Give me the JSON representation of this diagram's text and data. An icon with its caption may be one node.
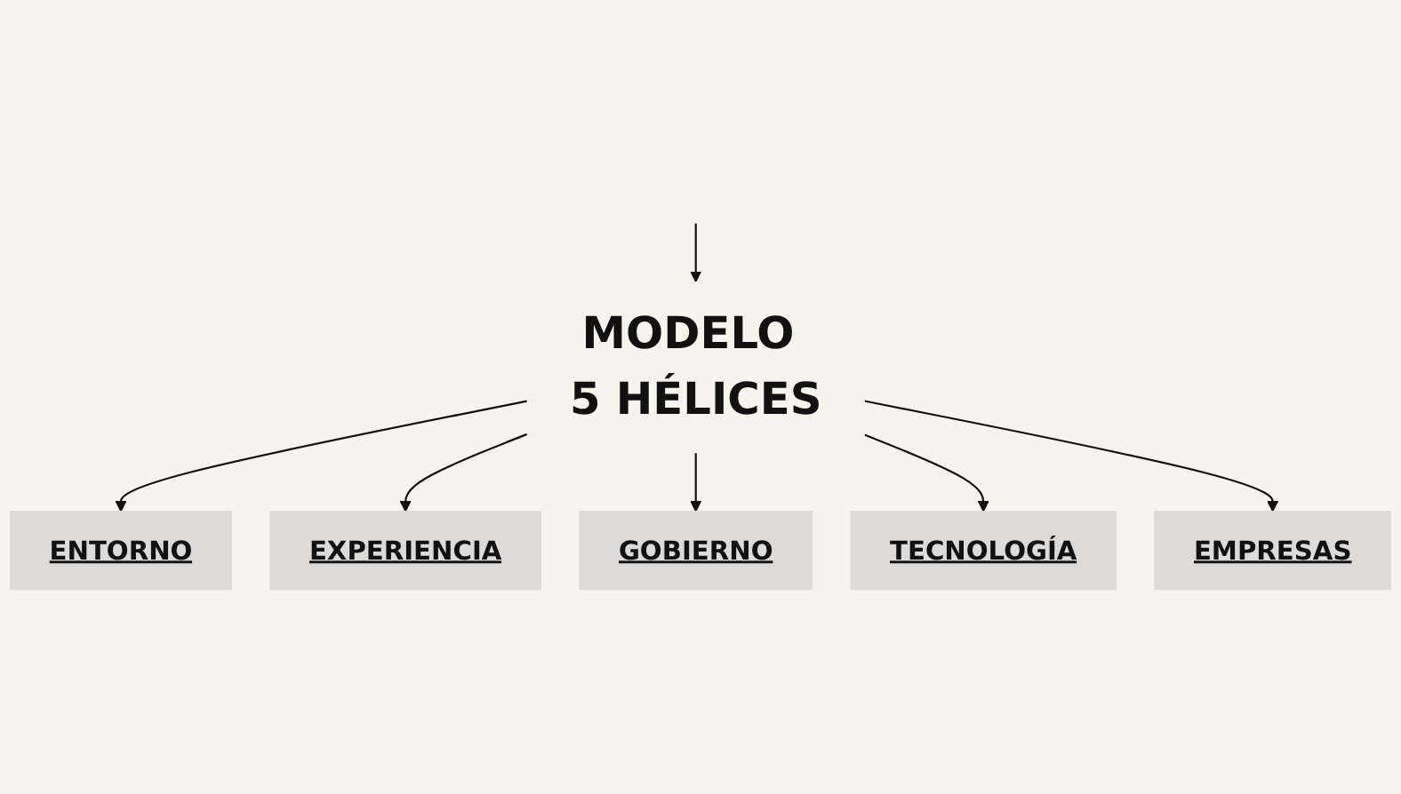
{
  "diagram": {
    "nodes": [
      {
        "text": [
          "MODELO 5 HÉLICES"
        ]
      },
      {
        "text": [
          "ENTORNO"
        ]
      },
      {
        "text": [
          "EXPERIENCIA"
        ]
      },
      {
        "text": [
          "GOBIERNO"
        ]
      },
      {
        "text": [
          "TECNOLOGÍA"
        ]
      },
      {
        "text": [
          "EMPRESAS"
        ]
      }
    ],
    "edges": [
      {
        "from": null,
        "to": 0,
        "arrow": "to"
      },
      {
        "from": 0,
        "to": 1,
        "arrow": "to"
      },
      {
        "from": 0,
        "to": 2,
        "arrow": "to"
      },
      {
        "from": 0,
        "to": 3,
        "arrow": "to"
      },
      {
        "from": 0,
        "to": 4,
        "arrow": "to"
      },
      {
        "from": 0,
        "to": 5,
        "arrow": "to"
      }
    ]
  }
}
